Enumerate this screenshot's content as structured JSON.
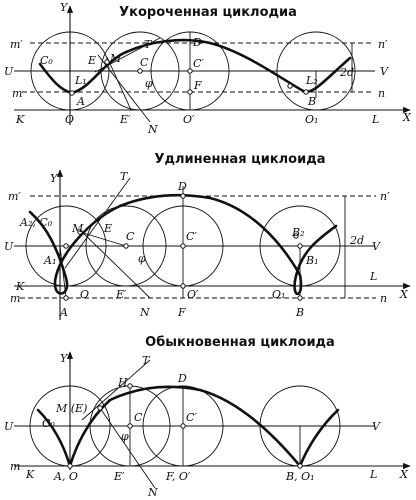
{
  "panels": [
    {
      "id": "shortened",
      "title": "Укороченная циклодиа",
      "labels": {
        "Y": "Y",
        "X": "X",
        "K": "K",
        "L": "L",
        "U": "U",
        "V": "V",
        "m_prime": "m′",
        "n_prime": "n′",
        "m": "m",
        "n": "n",
        "C0": "C₀",
        "E": "E",
        "M": "M",
        "T": "T",
        "D": "D",
        "C": "C",
        "C_prime": "C′",
        "L1": "L₁",
        "A": "A",
        "phi": "φ",
        "F": "F",
        "L2": "L₂",
        "two_d": "2d",
        "B": "B",
        "O": "O",
        "E_prime": "E′",
        "O_prime": "O′",
        "O1": "O₁",
        "N": "N"
      }
    },
    {
      "id": "elongated",
      "title": "Удлиненная циклоида",
      "labels": {
        "Y": "Y",
        "X": "X",
        "T": "T",
        "D": "D",
        "m_prime": "m′",
        "n_prime": "n′",
        "A2C0": "A₂, C₀",
        "M": "M",
        "E": "E",
        "C": "C",
        "C_prime": "C′",
        "B2": "B₂",
        "two_d": "2d",
        "U": "U",
        "V": "V",
        "A1": "A₁",
        "phi": "φ",
        "B1": "B₁",
        "K": "K",
        "L": "L",
        "O": "O",
        "E_prime": "E′",
        "O_prime": "O′",
        "O1": "O₁",
        "m": "m",
        "n": "n",
        "A": "A",
        "F": "F",
        "B": "B",
        "N": "N"
      }
    },
    {
      "id": "ordinary",
      "title": "Обыкновенная циклоида",
      "labels": {
        "Y": "Y",
        "X": "X",
        "T": "T",
        "H": "H",
        "D": "D",
        "ME": "M (E)",
        "C0": "C₀",
        "U": "U",
        "V": "V",
        "C": "C",
        "C_prime": "C′",
        "phi": "φ",
        "m": "m",
        "K": "K",
        "AO": "A, O",
        "E_prime": "E′",
        "FO_prime": "F, O′",
        "BO1": "B, O₁",
        "L": "L",
        "N": "N"
      }
    }
  ]
}
